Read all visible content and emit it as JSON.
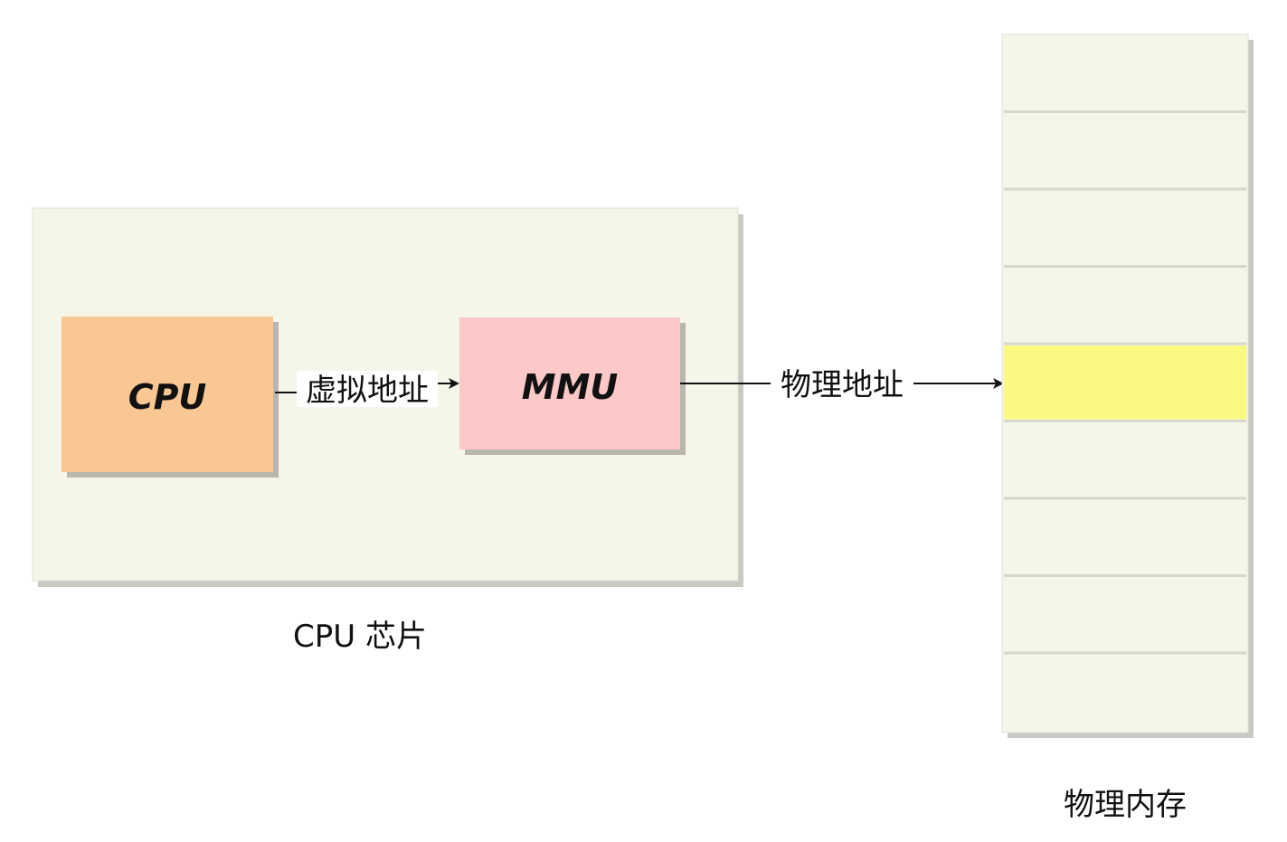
{
  "diagram": {
    "chip": {
      "caption": "CPU 芯片",
      "fill": "#f6f5ea"
    },
    "cpu": {
      "label": "CPU",
      "fill": "#f9c793"
    },
    "mmu": {
      "label": "MMU",
      "fill": "#fcc8c8"
    },
    "arrow_virtual": {
      "label": "虚拟地址"
    },
    "arrow_physical": {
      "label": "物理地址"
    },
    "memory": {
      "caption": "物理内存",
      "fill": "#f6f5ea",
      "highlight_fill": "#fafa82",
      "rows": 9,
      "highlighted_row": 5
    }
  }
}
